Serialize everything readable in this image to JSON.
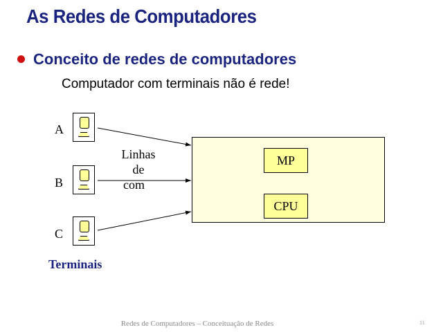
{
  "slide": {
    "title": "As Redes de Computadores",
    "heading": "Conceito de redes de computadores",
    "subtext": "Computador com terminais não é rede!"
  },
  "diagram": {
    "terminals": [
      {
        "label": "A"
      },
      {
        "label": "B"
      },
      {
        "label": "C"
      }
    ],
    "lines_label": [
      "Linhas",
      "de",
      "com"
    ],
    "computer_units": {
      "mp": "MP",
      "cpu": "CPU"
    },
    "terminals_caption": "Terminais"
  },
  "footer": {
    "text": "Redes de Computadores – Conceituação de Redes",
    "page_number": "11"
  },
  "colors": {
    "title": "#1a237e",
    "bullet": "#d01010",
    "mainframe_fill": "#ffffe0",
    "unit_fill": "#ffff99"
  }
}
